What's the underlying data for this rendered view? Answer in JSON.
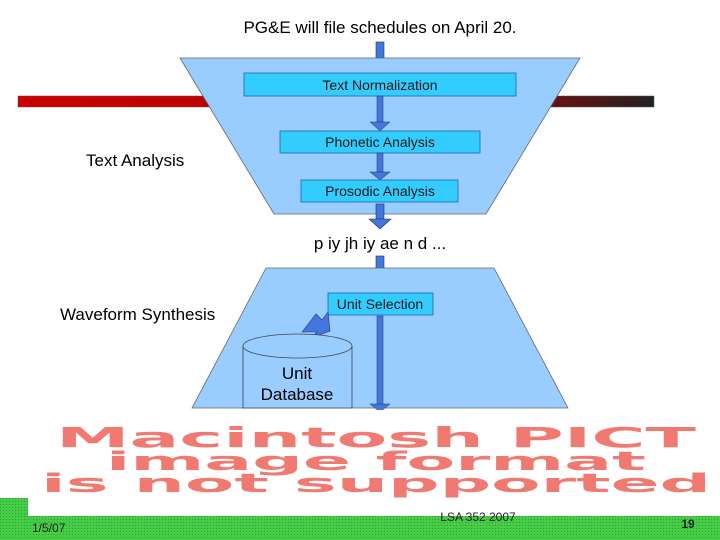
{
  "input_sentence": "PG&E will file schedules on April 20.",
  "text_analysis": {
    "label": "Text Analysis",
    "steps": [
      "Text Normalization",
      "Phonetic Analysis",
      "Prosodic Analysis"
    ]
  },
  "phone_string": "p iy jh iy ae n d ...",
  "waveform_synthesis": {
    "label": "Waveform Synthesis",
    "unit_selection": "Unit Selection",
    "unit_database_line1": "Unit",
    "unit_database_line2": "Database"
  },
  "pict_notice": [
    "Macintosh PICT",
    "image format",
    "is not supported"
  ],
  "footer": {
    "date": "1/5/07",
    "course": "LSA 352 2007",
    "page": "19"
  },
  "colors": {
    "funnel_fill": "#99ccff",
    "box_fill": "#33ccff",
    "bar_red": "#cc0000",
    "footer_green": "#44cc44",
    "pict_red": "#f07a72"
  }
}
